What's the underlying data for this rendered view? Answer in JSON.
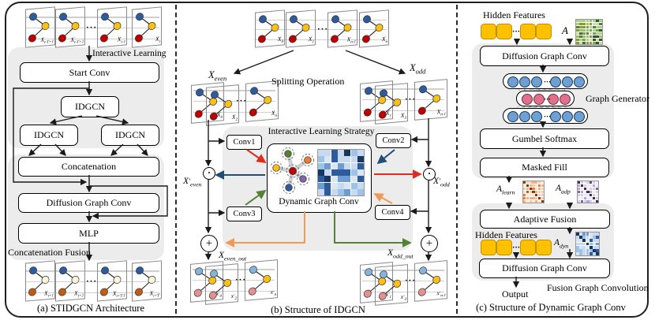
{
  "colors": {
    "black": "#1a1a1a",
    "red_arrow": "#e02b20",
    "blue_arrow": "#1f4e79",
    "green_arrow": "#538135",
    "orange_arrow": "#f09a56",
    "node_blue": "#2e5b9e",
    "node_yellow": "#fdbf13",
    "node_red": "#c00000",
    "node_cream": "#fdf3d7",
    "node_dark_orange": "#c55a11",
    "node_light_blue": "#85b3dc",
    "node_salmon": "#e88f8f",
    "node_green": "#538135",
    "node_orange": "#ed7d31",
    "node_purple": "#7c68a8",
    "gen_blue": "#6fa0d2",
    "gen_pink": "#e0718c",
    "square_yellow": "#ffc000",
    "square_border": "#bf8f00",
    "panel_gray": "#ececec",
    "matrix_green": [
      "#375623",
      "#538135",
      "#70ad47",
      "#8a9a2e",
      "#a9d18e",
      "#c5e0b4",
      "#9cc068",
      "#4f6c28"
    ],
    "matrix_blue": [
      "#17375e",
      "#2e5b9e",
      "#6e9cd2",
      "#9dc3e6",
      "#c9daf0",
      "#dce6f2"
    ],
    "matrix_orange": [
      "#843c0c",
      "#c55a11",
      "#ed7d31",
      "#f4b183",
      "#f8cbad",
      "#fbe5d6"
    ],
    "matrix_purple": [
      "#3d2e5e",
      "#5b4a86",
      "#7c68a8",
      "#b4a7d6",
      "#d5cce8",
      "#edeaf5"
    ]
  },
  "panel_a": {
    "caption": "(a) STIDGCN Architecture",
    "interactive_learning": "Interactive Learning",
    "concatenation_fusion": "Concatenation Fusion",
    "start_conv": "Start Conv",
    "idgcn_top": "IDGCN",
    "idgcn_left": "IDGCN",
    "idgcn_right": "IDGCN",
    "concatenation": "Concatenation",
    "diffusion_graph_conv": "Diffusion Graph Conv",
    "mlp": "MLP",
    "dots": "···",
    "input_labels": [
      {
        "b": "X",
        "s": "t-T+1"
      },
      {
        "b": "X",
        "s": "t-T+2"
      },
      {
        "b": "X",
        "s": "t-1"
      },
      {
        "b": "X",
        "s": "t"
      }
    ],
    "output_labels": [
      {
        "b": "X",
        "s": "t+1"
      },
      {
        "b": "X",
        "s": "t+2"
      },
      {
        "b": "X",
        "s": "t+T-1"
      },
      {
        "b": "X",
        "s": "t+T′"
      }
    ]
  },
  "panel_b": {
    "caption": "(b) Structure of IDGCN",
    "splitting_operation": "Splitting Operation",
    "strategy": "Interactive Learning Strategy",
    "dynamic_graph_conv": "Dynamic Graph Conv",
    "conv1": "Conv1",
    "conv2": "Conv2",
    "conv3": "Conv3",
    "conv4": "Conv4",
    "dots": "···",
    "odot_symbol": "•",
    "oplus_symbol": "+",
    "x_even": {
      "b": "X",
      "s": "even"
    },
    "x_odd": {
      "b": "X",
      "s": "odd"
    },
    "x_even_prime": {
      "b": "X",
      "p": 1,
      "s": "even"
    },
    "x_odd_prime": {
      "b": "X",
      "p": 1,
      "s": "odd"
    },
    "x_even_out": {
      "b": "X",
      "s": "even_out"
    },
    "x_odd_out": {
      "b": "X",
      "s": "odd_out"
    },
    "input_labels": [
      {
        "b": "X",
        "s": "0"
      },
      {
        "b": "X",
        "s": "1"
      },
      {
        "b": "X",
        "s": "n-1"
      },
      {
        "b": "X",
        "s": "n"
      }
    ],
    "even_labels": [
      {
        "b": "X",
        "s": "0"
      },
      {
        "b": "X",
        "s": "2"
      },
      {
        "b": "X",
        "s": "n"
      }
    ],
    "odd_labels": [
      {
        "b": "X",
        "s": "1"
      },
      {
        "b": "X",
        "s": "3"
      },
      {
        "b": "X",
        "s": "n-1"
      }
    ],
    "even_out_labels": [
      {
        "b": "x",
        "p": 1,
        "s": "0"
      },
      {
        "b": "x",
        "p": 1,
        "s": "2"
      },
      {
        "b": "x",
        "p": 1,
        "s": "n"
      }
    ],
    "odd_out_labels": [
      {
        "b": "x",
        "p": 1,
        "s": "1"
      },
      {
        "b": "x",
        "p": 1,
        "s": "3"
      },
      {
        "b": "x",
        "p": 1,
        "s": "n-1"
      }
    ]
  },
  "panel_c": {
    "caption": "(c) Structure of Dynamic Graph Conv",
    "hidden_features_top": "Hidden Features",
    "hidden_features_bottom": "Hidden Features",
    "adjacency": {
      "b": "A",
      "s": ""
    },
    "diffusion_graph_conv_top": "Diffusion Graph Conv",
    "graph_generator": "Graph Generator",
    "gumbel_softmax": "Gumbel Softmax",
    "masked_fill": "Masked Fill",
    "a_learn": {
      "b": "A",
      "s": "learn"
    },
    "a_adp": {
      "b": "A",
      "s": "adp"
    },
    "adaptive_fusion": "Adaptive Fusion",
    "a_dyn": {
      "b": "A",
      "s": "dyn"
    },
    "diffusion_graph_conv_bottom": "Diffusion Graph Conv",
    "fusion_graph_convolution": "Fusion Graph Convolution",
    "output": "Output",
    "dots": "···"
  }
}
